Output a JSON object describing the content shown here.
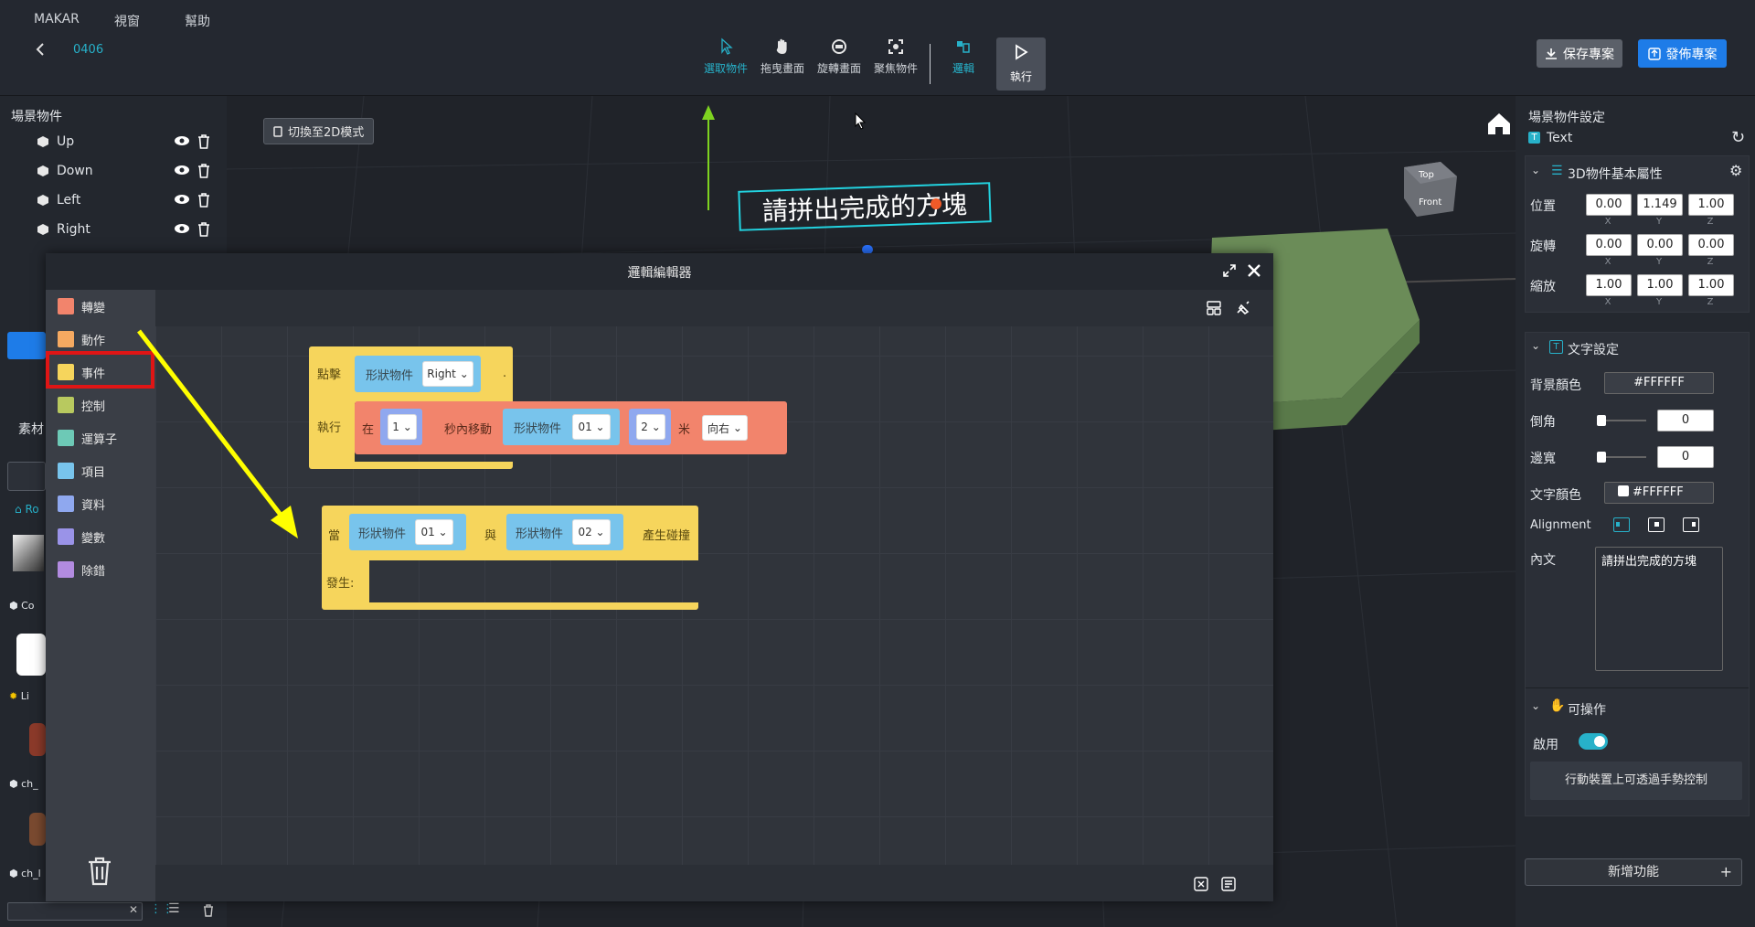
{
  "menu": [
    "MAKAR",
    "視窗",
    "幫助"
  ],
  "project": {
    "name": "0406"
  },
  "toolbar": {
    "tools": [
      "選取物件",
      "拖曳畫面",
      "旋轉畫面",
      "聚焦物件",
      "邏輯",
      "執行"
    ],
    "save_label": "保存專案",
    "publish_label": "發佈專案"
  },
  "scene": {
    "title": "場景物件",
    "objects": [
      "Up",
      "Down",
      "Left",
      "Right"
    ],
    "assets_label": "素材",
    "partial_labels": [
      "Ro",
      "Co",
      "Li",
      "ch_",
      "ch_l"
    ]
  },
  "viewport": {
    "toggle_2d": "切換至2D模式",
    "text3d": "請拼出完成的方塊",
    "cube_top": "Top",
    "cube_front": "Front"
  },
  "editor": {
    "title": "邏輯編輯器",
    "categories": [
      {
        "label": "轉變",
        "color": "#f2846c"
      },
      {
        "label": "動作",
        "color": "#f5a961"
      },
      {
        "label": "事件",
        "color": "#f6d55c"
      },
      {
        "label": "控制",
        "color": "#b8c95f"
      },
      {
        "label": "運算子",
        "color": "#6dc9b6"
      },
      {
        "label": "項目",
        "color": "#78c4ec"
      },
      {
        "label": "資料",
        "color": "#8fa8ef"
      },
      {
        "label": "變數",
        "color": "#9a93e8"
      },
      {
        "label": "除錯",
        "color": "#b28be0"
      }
    ],
    "block1": {
      "click": "點擊",
      "shape": "形狀物件",
      "shape_value": "Right",
      "run": "執行",
      "in": "在",
      "sec_value": "1",
      "sec_move": "秒內移動",
      "shape2": "形狀物件",
      "obj_value": "01",
      "dist_value": "2",
      "meter": "米",
      "dir_value": "向右"
    },
    "block2": {
      "when": "當",
      "shape_a": "形狀物件",
      "a_value": "01",
      "and": "與",
      "shape_b": "形狀物件",
      "b_value": "02",
      "collide": "產生碰撞",
      "happen": "發生:"
    }
  },
  "right": {
    "title": "場景物件設定",
    "object_type": "Text",
    "basic_title": "3D物件基本屬性",
    "position_label": "位置",
    "rotation_label": "旋轉",
    "scale_label": "縮放",
    "position": [
      "0.00",
      "1.149",
      "1.00"
    ],
    "rotation": [
      "0.00",
      "0.00",
      "0.00"
    ],
    "scale": [
      "1.00",
      "1.00",
      "1.00"
    ],
    "axes": [
      "X",
      "Y",
      "Z"
    ],
    "text_title": "文字設定",
    "bg_color_label": "背景顏色",
    "bg_color": "#FFFFFF",
    "corner_label": "倒角",
    "corner_value": "0",
    "border_label": "邊寬",
    "border_value": "0",
    "text_color_label": "文字顏色",
    "text_color": "#FFFFFF",
    "alignment_label": "Alignment",
    "content_label": "內文",
    "content": "請拼出完成的方塊",
    "interact_title": "可操作",
    "enable_label": "啟用",
    "gesture_hint": "行動裝置上可透過手勢控制",
    "add_feature": "新增功能"
  },
  "colors": {
    "accent": "#27b1c9",
    "publish": "#1e7ce8",
    "highlight": "#e01515",
    "arrow": "#ffff00"
  }
}
